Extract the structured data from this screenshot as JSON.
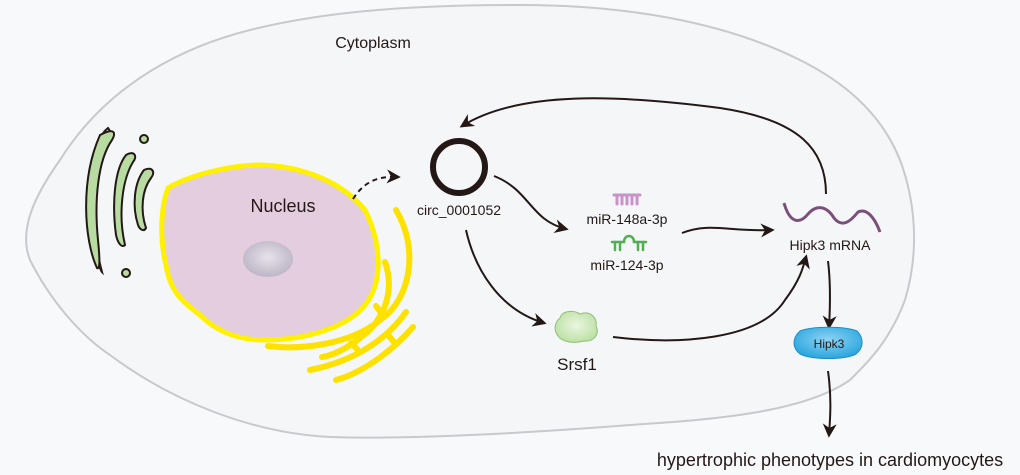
{
  "diagram": {
    "compartment_label": "Cytoplasm",
    "nucleus_label": "Nucleus",
    "circrna_label": "circ_0001052",
    "mirnas": [
      {
        "label": "miR-148a-3p",
        "color": "#c893c8"
      },
      {
        "label": "miR-124-3p",
        "color": "#4fb04f"
      }
    ],
    "mrna_label": "Hipk3 mRNA",
    "srsf1_label": "Srsf1",
    "protein_label": "Hipk3",
    "outcome_label": "hypertrophic phenotypes in cardiomyocytes",
    "colors": {
      "cell_membrane": "#c8c9cc",
      "cell_fill": "#f5f6f8",
      "nucleus_fill": "#e5cde0",
      "nuclear_envelope": "#fff100",
      "er": "#ffe100",
      "golgi": "#b7dba0",
      "mrna": "#7a4f7a",
      "protein": "#3bb3e6",
      "srsf1": "#c8e6b8",
      "arrow": "#231815"
    }
  }
}
